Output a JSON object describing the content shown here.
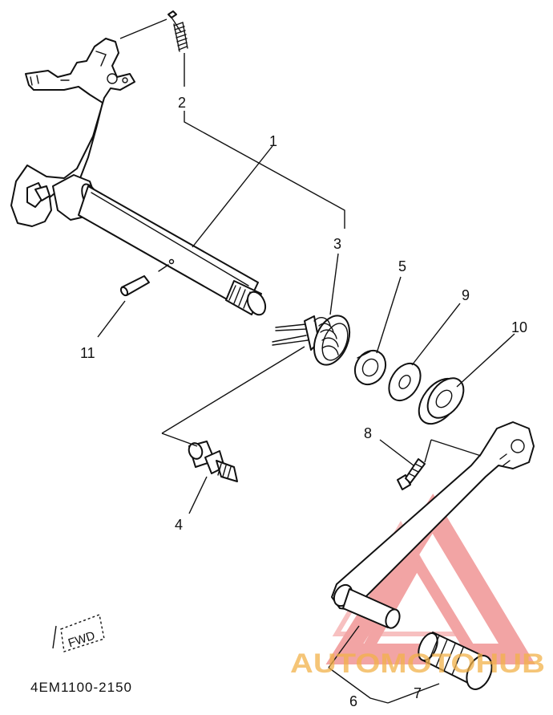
{
  "parts": [
    {
      "id": "1",
      "label": "1"
    },
    {
      "id": "2",
      "label": "2"
    },
    {
      "id": "3",
      "label": "3"
    },
    {
      "id": "4",
      "label": "4"
    },
    {
      "id": "5",
      "label": "5"
    },
    {
      "id": "6",
      "label": "6"
    },
    {
      "id": "7",
      "label": "7"
    },
    {
      "id": "8",
      "label": "8"
    },
    {
      "id": "9",
      "label": "9"
    },
    {
      "id": "10",
      "label": "10"
    },
    {
      "id": "11",
      "label": "11"
    }
  ],
  "direction_marker": "FWD",
  "diagram_code": "4EM1100-2150",
  "watermark": {
    "brand": "AUTOMOTOHUB",
    "color_logo": "#e85a5a",
    "color_text": "#f2b24a"
  }
}
